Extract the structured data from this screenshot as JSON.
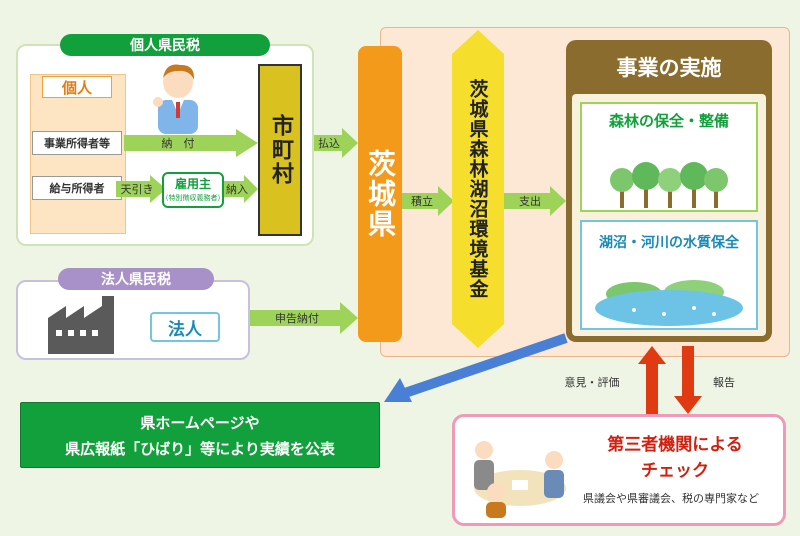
{
  "individual": {
    "header": "個人県民税",
    "person_label": "個人",
    "row1_label": "事業所得者等",
    "row1_flow": "納　付",
    "row2_label": "給与所得者",
    "row2_flow": "天引き",
    "employer": "雇用主",
    "employer_note": "（特別徴収義務者）",
    "employer_flow": "納入"
  },
  "municipality": "市町村",
  "payin_label": "払込",
  "corporate": {
    "header": "法人県民税",
    "corp_label": "法人",
    "flow": "申告納付"
  },
  "prefecture": "茨城県",
  "deposit_label": "積立",
  "fund": "茨城県森林湖沼環境基金",
  "spend_label": "支出",
  "project": {
    "title": "事業の実施",
    "forest": "森林の保全・整備",
    "water": "湖沼・河川の水質保全"
  },
  "public_notice": {
    "line1": "県ホームページや",
    "line2": "県広報紙「ひばり」等により実績を公表"
  },
  "opinion_label": "意見・評価",
  "report_label": "報告",
  "third_party": {
    "title_line1": "第三者機関による",
    "title_line2": "チェック",
    "note": "県議会や県審議会、税の専門家など"
  },
  "colors": {
    "green_dark": "#12a03c",
    "green_light": "#9ed35a",
    "orange": "#f39a1b",
    "yellow": "#f5df2c",
    "brown": "#8a6c2f",
    "red": "#e03a12",
    "blue": "#4a7fd6",
    "pink": "#ee9ab8"
  }
}
